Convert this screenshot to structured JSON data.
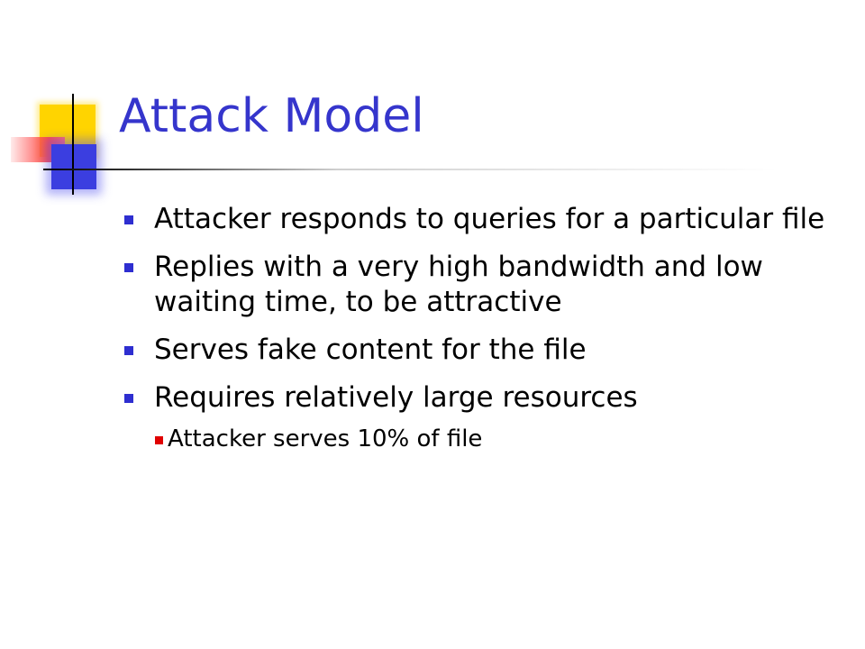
{
  "slide": {
    "title": "Attack Model",
    "bullets": [
      {
        "level": 1,
        "text": "Attacker responds to queries for a particular file"
      },
      {
        "level": 1,
        "text": "Replies with a very high bandwidth and low waiting time, to be attractive"
      },
      {
        "level": 1,
        "text": "Serves fake content for the file"
      },
      {
        "level": 1,
        "text": "Requires relatively large resources"
      },
      {
        "level": 2,
        "text": "Attacker serves 10% of file"
      }
    ]
  },
  "colors": {
    "title": "#3535cc",
    "bullet_level1": "#2e2ed0",
    "bullet_level2": "#e00000",
    "ornament_yellow": "#ffd400",
    "ornament_blue": "#3b3ee0",
    "ornament_red": "#ff4a4a"
  }
}
